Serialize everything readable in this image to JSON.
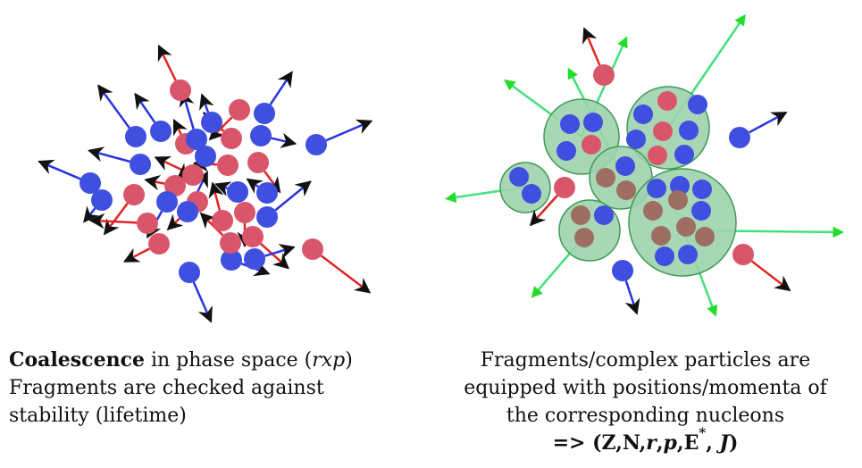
{
  "left_panel": {
    "caption": {
      "line1_bold": "Coalescence",
      "line1_text": " in phase space (",
      "line1_italic": "rxp",
      "line1_close": ")",
      "line2": "Fragments are checked against",
      "line3": "stability (lifetime)"
    }
  },
  "right_panel": {
    "caption": {
      "line1": "Fragments/complex particles are",
      "line2": "equipped with positions/momenta of",
      "line3": "the corresponding nucleons",
      "line4_prefix": "=> (Z,N,",
      "line4_r": "r",
      "line4_comma1": ",",
      "line4_p": "p",
      "line4_E": ",E",
      "line4_star": "*",
      "line4_comma2": ", ",
      "line4_J": "J",
      "line4_close": ")"
    }
  },
  "colors": {
    "proton": "#d9566a",
    "neutron": "#3f4fe0",
    "proton_in_fragment": "#9e6e62",
    "fragment_fill": "#9ed3ae",
    "fragment_stroke": "#3f9a55",
    "fragment_arrow": "#44e07e",
    "proton_arrow": "#e02525",
    "neutron_arrow": "#2a34e0"
  }
}
